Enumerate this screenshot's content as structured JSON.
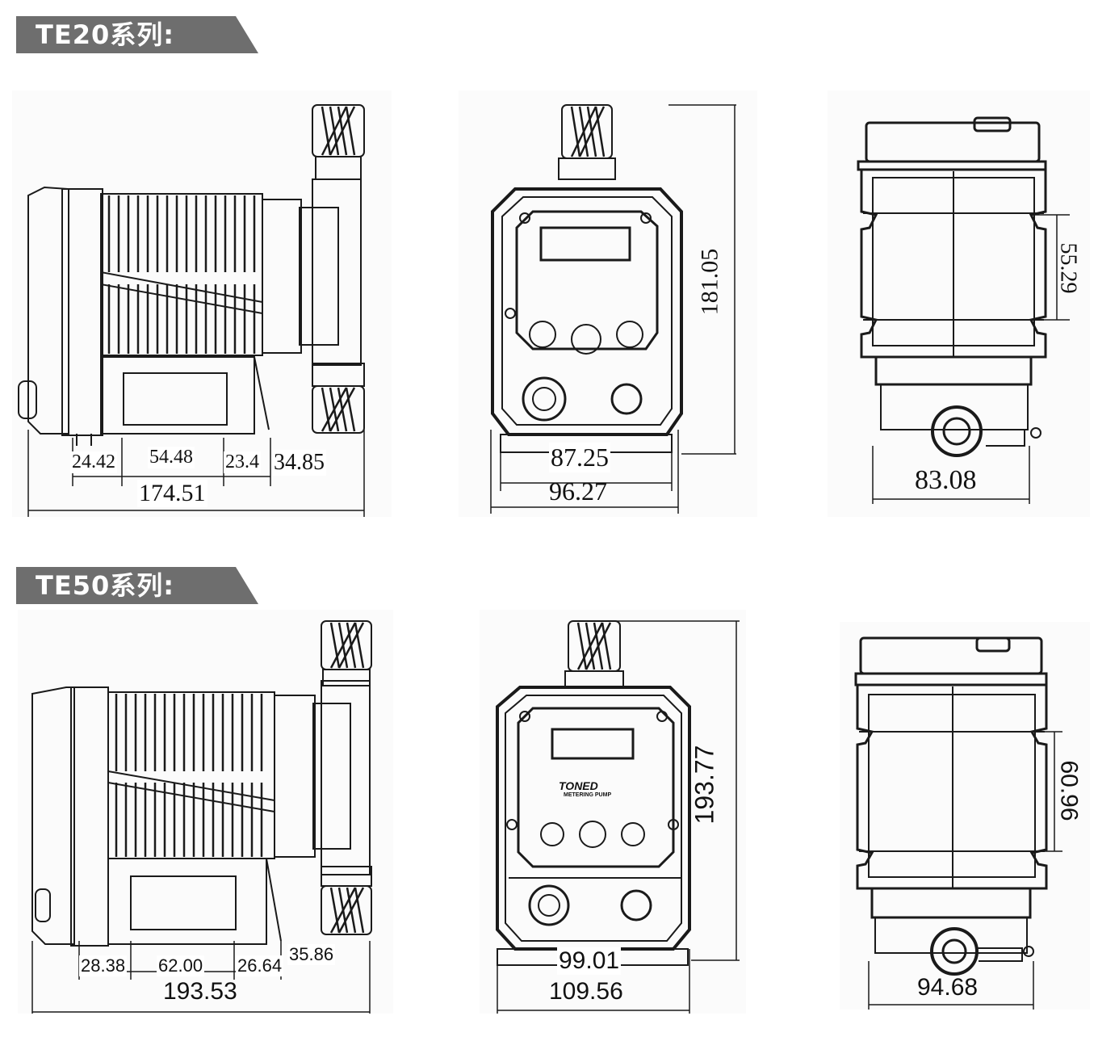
{
  "sections": [
    {
      "title": "TE20系列:",
      "side": {
        "d1": "24.42",
        "d2": "54.48",
        "d3": "23.4",
        "d4": "34.85",
        "total": "174.51"
      },
      "front": {
        "inner": "87.25",
        "outer": "96.27",
        "height": "181.05"
      },
      "back": {
        "width": "83.08",
        "height": "55.29"
      }
    },
    {
      "title": "TE50系列:",
      "side": {
        "d1": "28.38",
        "d2": "62.00",
        "d3": "26.64",
        "d4": "35.86",
        "total": "193.53"
      },
      "front": {
        "inner": "99.01",
        "outer": "109.56",
        "height": "193.77",
        "brand": "TONED",
        "brand_sub": "METERING PUMP"
      },
      "back": {
        "width": "94.68",
        "height": "60.96"
      }
    }
  ],
  "colors": {
    "banner": "#6e6e6e",
    "line": "#1a1a1a"
  }
}
